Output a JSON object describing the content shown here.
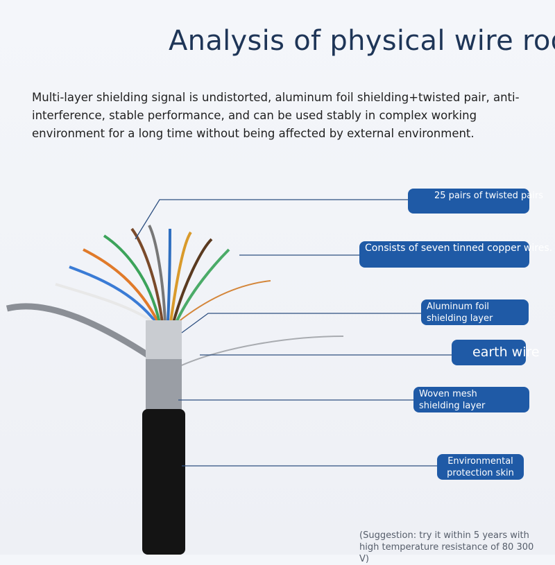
{
  "title": "Analysis of physical wire rod",
  "intro": "Multi-layer shielding signal is undistorted, aluminum foil shielding+twisted pair, anti-interference, stable performance, and can be used stably in complex working environment for a long time without being affected by external environment.",
  "labels": [
    "25 pairs of twisted pairs",
    "Consists of seven tinned copper wires.",
    "Aluminum foil shielding layer",
    "earth wire",
    "Woven mesh shielding layer",
    "Environmental protection skin"
  ],
  "note": "(Suggestion: try it within 5 years with high temperature resistance of 80 300 V)",
  "colors": {
    "accent": "#1f5aa6",
    "title": "#1e3557"
  }
}
